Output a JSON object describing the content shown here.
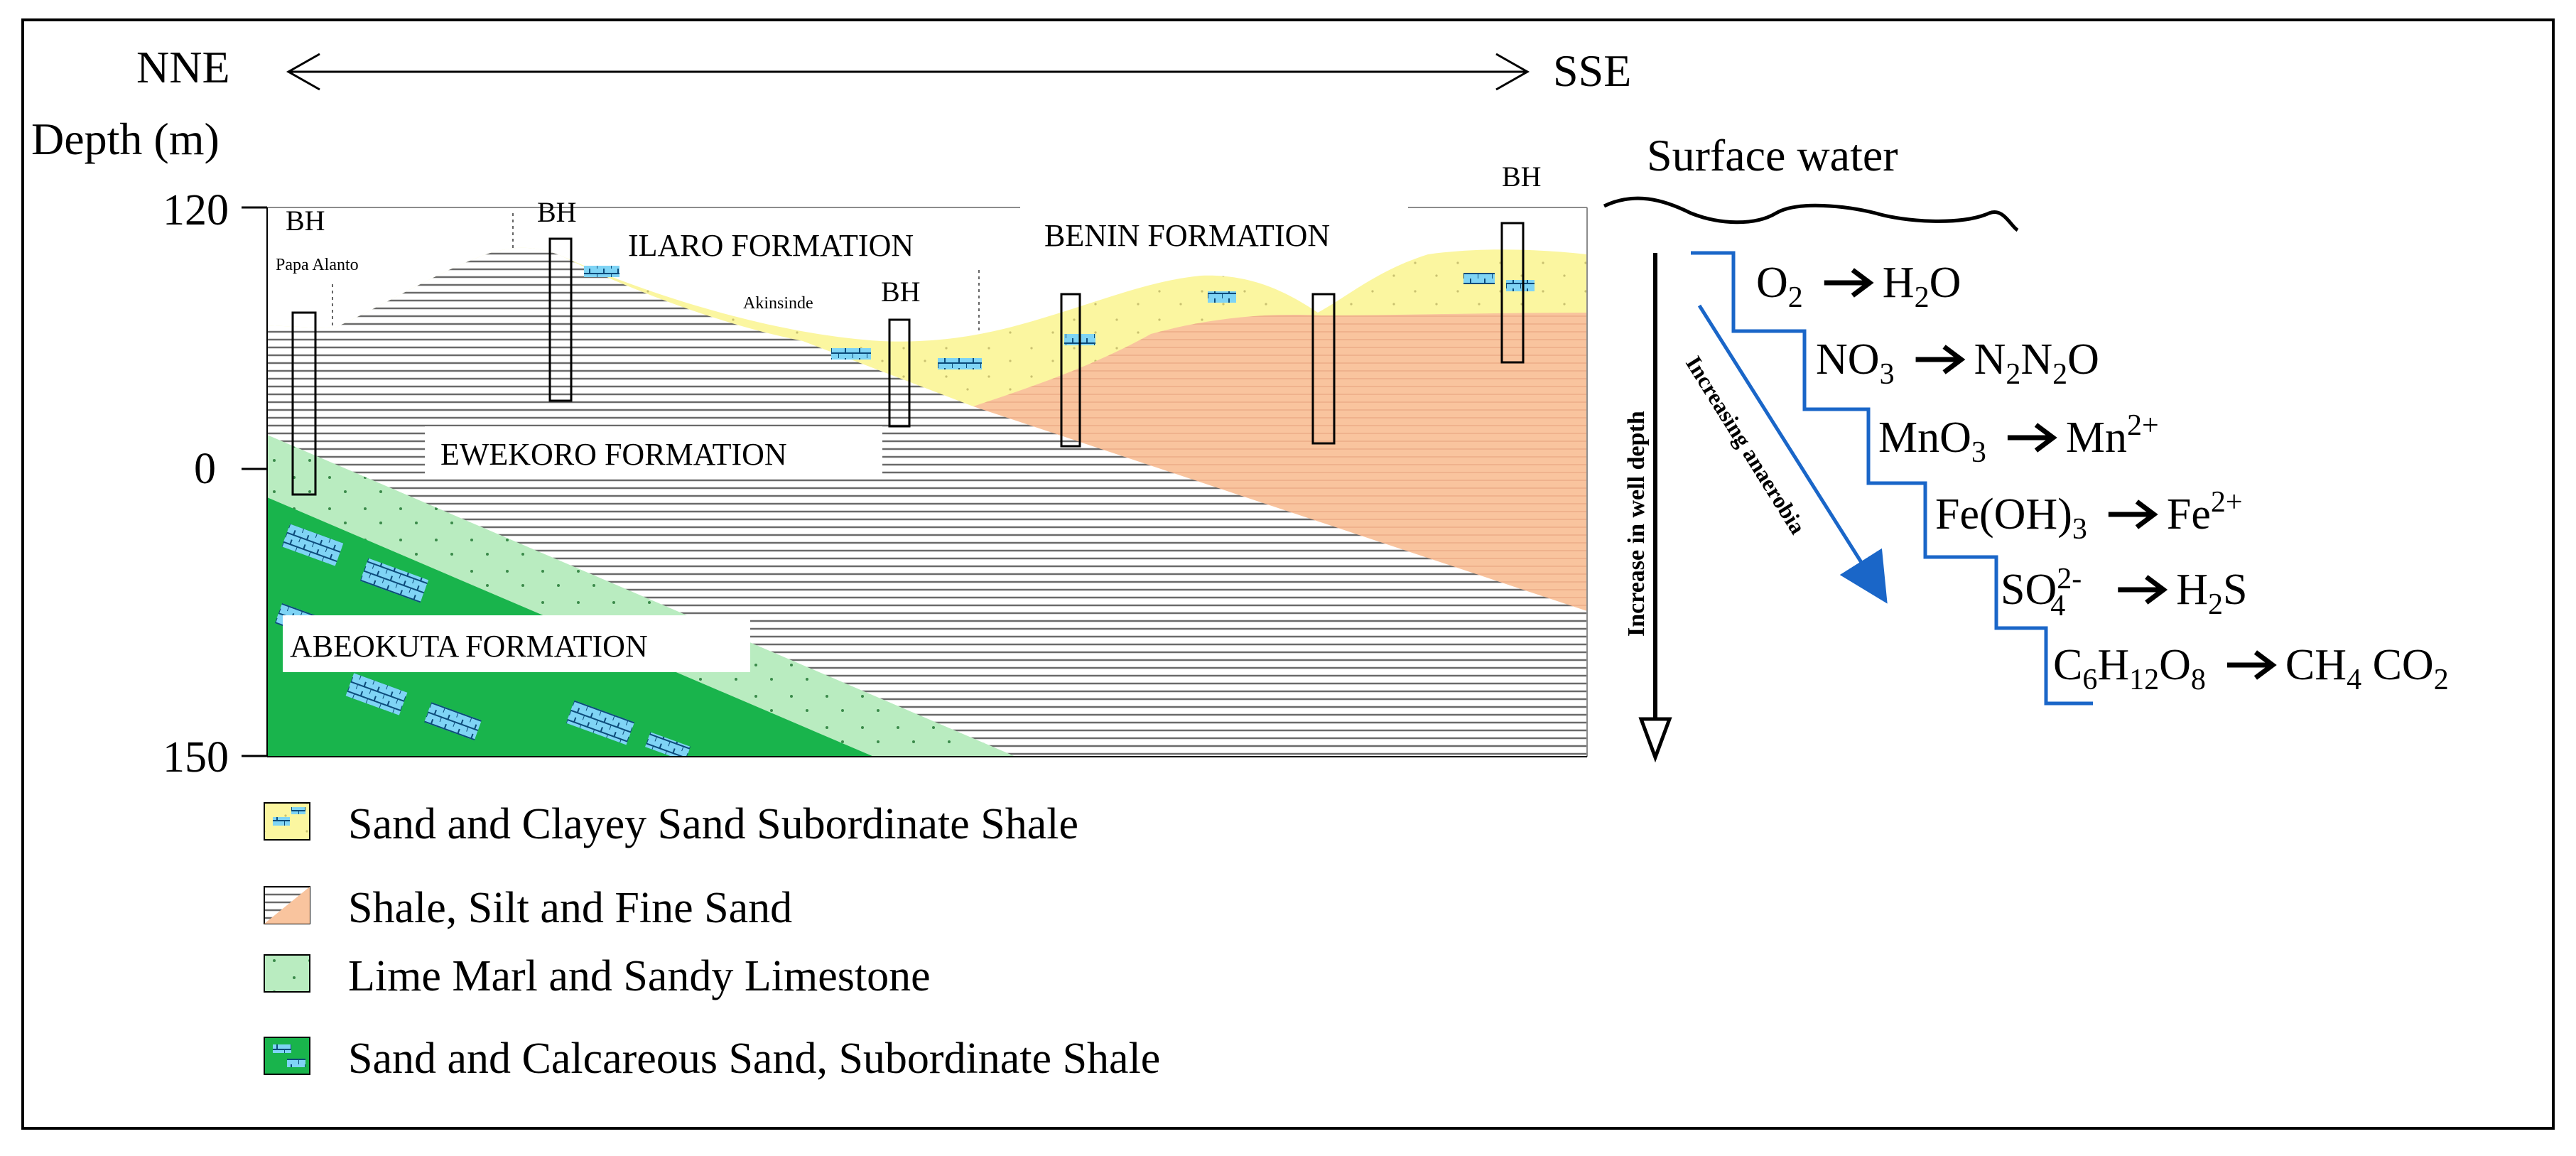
{
  "direction": {
    "left": "NNE",
    "right": "SSE"
  },
  "depth_axis": {
    "title": "Depth (m)",
    "ticks": [
      "120",
      "0",
      "150"
    ]
  },
  "boreholes": {
    "label": "BH"
  },
  "places": {
    "papa_alanto": "Papa Alanto",
    "akinsinde": "Akinsinde"
  },
  "formations": {
    "ilaro": "ILARO FORMATION",
    "benin": "BENIN FORMATION",
    "ewekoro": "EWEKORO FORMATION",
    "abeokuta": "ABEOKUTA FORMATION"
  },
  "legend": [
    {
      "label": "Sand and Clayey Sand Subordinate Shale"
    },
    {
      "label": "Shale, Silt and Fine Sand"
    },
    {
      "label": "Lime Marl and Sandy Limestone"
    },
    {
      "label": "Sand and Calcareous Sand, Subordinate Shale"
    }
  ],
  "redox": {
    "surface_label": "Surface water",
    "depth_arrow_label": "Increase in well depth",
    "anaerobia_label": "Increasing anaerobia",
    "reactions": [
      {
        "from": [
          "O",
          {
            "sub": "2"
          }
        ],
        "to": [
          "H",
          {
            "sub": "2"
          },
          "O"
        ]
      },
      {
        "from": [
          "NO",
          {
            "sub": "3"
          }
        ],
        "to": [
          "N",
          {
            "sub": "2"
          },
          "N",
          {
            "sub": "2"
          },
          "O"
        ]
      },
      {
        "from": [
          "MnO",
          {
            "sub": "3"
          }
        ],
        "to": [
          "Mn",
          {
            "sup": "2+"
          }
        ]
      },
      {
        "from": [
          "Fe(OH)",
          {
            "sub": "3"
          }
        ],
        "to": [
          "Fe",
          {
            "sup": "2+"
          }
        ]
      },
      {
        "from": [
          "SO",
          {
            "subsup": [
              "4",
              "2-"
            ]
          }
        ],
        "to": [
          "H",
          {
            "sub": "2"
          },
          "S"
        ]
      },
      {
        "from": [
          "C",
          {
            "sub": "6"
          },
          "H",
          {
            "sub": "12"
          },
          "O",
          {
            "sub": "8"
          }
        ],
        "to": [
          "CH",
          {
            "sub": "4"
          },
          " CO",
          {
            "sub": "2"
          }
        ]
      }
    ]
  },
  "colors": {
    "yellow_sand": "#fbf6a0",
    "orange_benin": "#f9c49e",
    "light_green": "#b9ecc0",
    "dark_green": "#19b44c",
    "blue_step": "#1a66c8",
    "hatch_line": "#6a6a6a"
  }
}
